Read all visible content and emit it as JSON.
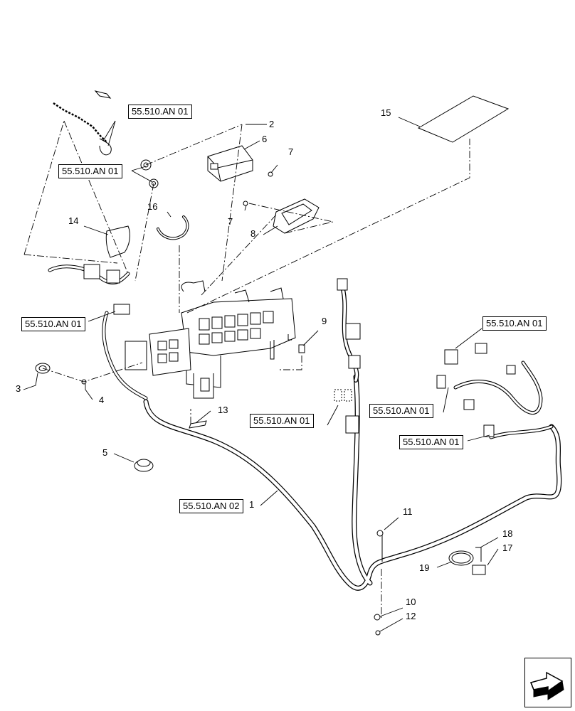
{
  "references": {
    "ref_an01_a": "55.510.AN 01",
    "ref_an01_b": "55.510.AN 01",
    "ref_an01_c": "55.510.AN 01",
    "ref_an01_d": "55.510.AN 01",
    "ref_an01_e": "55.510.AN 01",
    "ref_an01_f": "55.510.AN 01",
    "ref_an01_g": "55.510.AN 01",
    "ref_an02": "55.510.AN 02"
  },
  "callouts": {
    "c1": "1",
    "c2": "2",
    "c3": "3",
    "c4": "4",
    "c5": "5",
    "c6": "6",
    "c7a": "7",
    "c7b": "7",
    "c8": "8",
    "c9": "9",
    "c10": "10",
    "c11": "11",
    "c12": "12",
    "c13": "13",
    "c14": "14",
    "c15": "15",
    "c16": "16",
    "c17": "17",
    "c18": "18",
    "c19": "19"
  },
  "icons": {
    "nav_icon": "next-page-arrow-icon"
  },
  "colors": {
    "line": "#000000",
    "background": "#ffffff"
  }
}
